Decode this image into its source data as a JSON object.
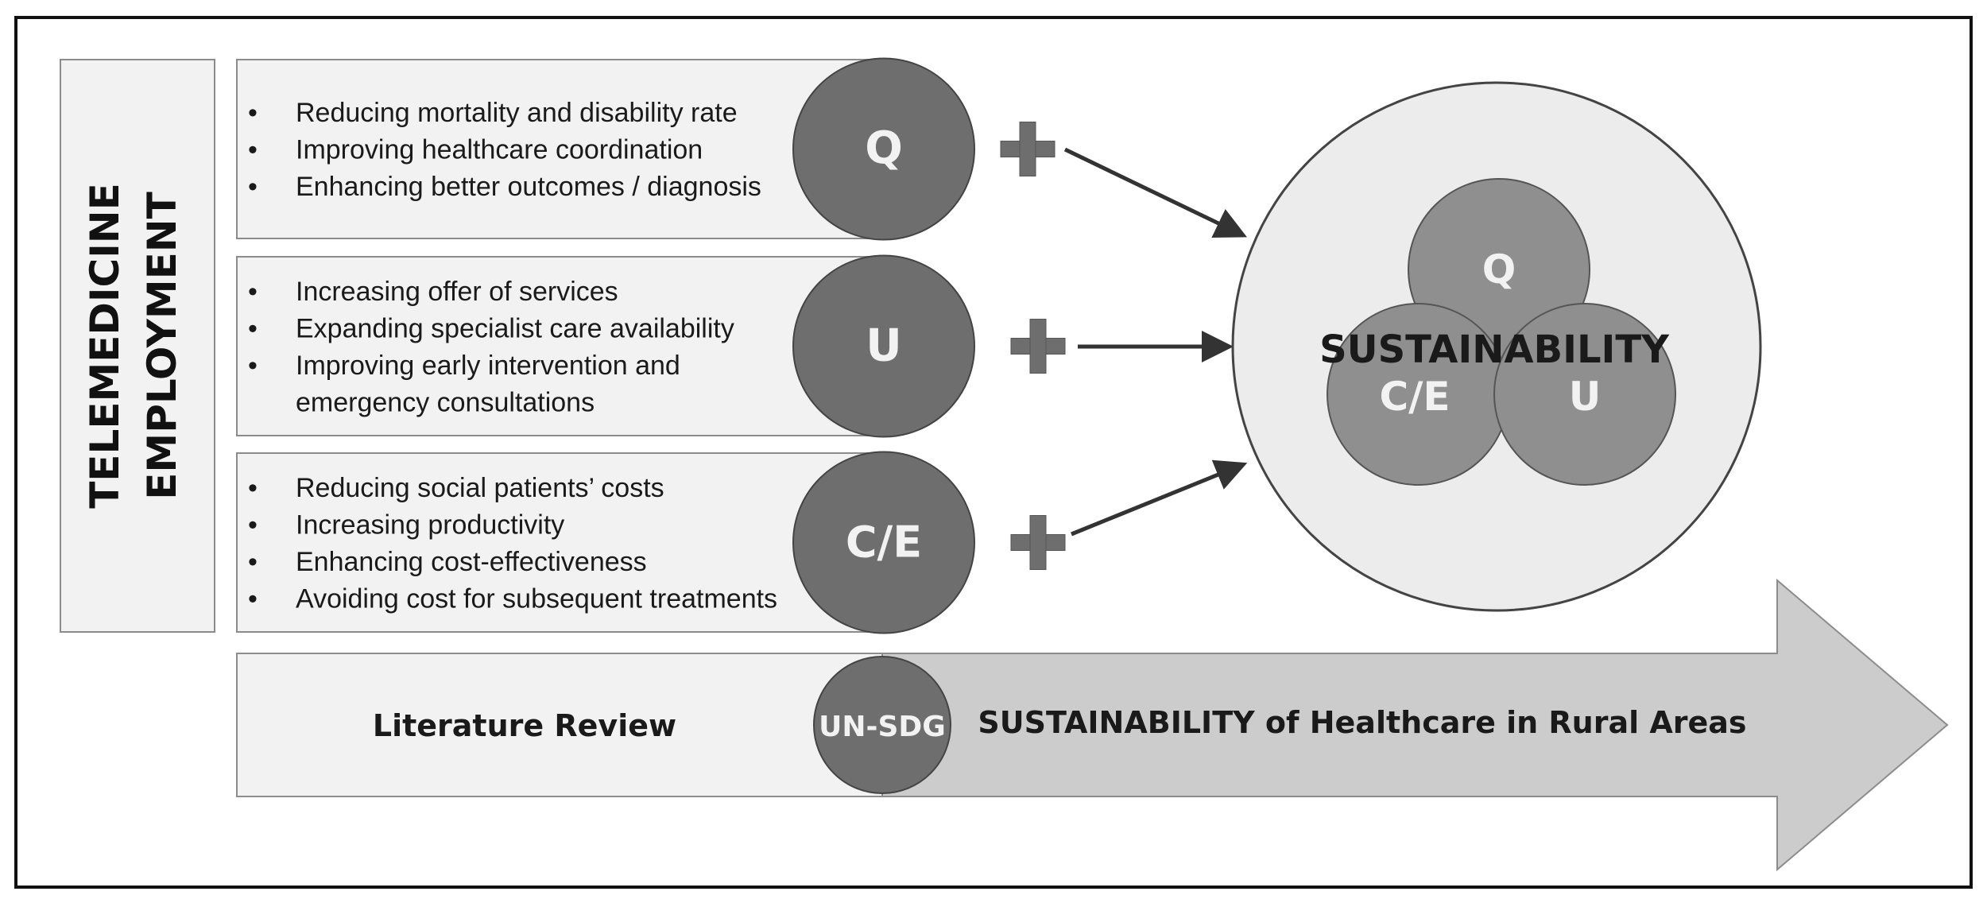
{
  "side_title": {
    "line1": "TELEMEDICINE",
    "line2": "EMPLOYMENT"
  },
  "rows": [
    {
      "symbol": "Q",
      "bullets": [
        [
          "Reducing mortality and disability rate"
        ],
        [
          "Improving healthcare coordination"
        ],
        [
          "Enhancing better outcomes / diagnosis"
        ]
      ]
    },
    {
      "symbol": "U",
      "bullets": [
        [
          "Increasing offer of services"
        ],
        [
          "Expanding specialist care availability"
        ],
        [
          "Improving early intervention and",
          "emergency consultations"
        ]
      ]
    },
    {
      "symbol": "C/E",
      "bullets": [
        [
          "Reducing social patients’ costs"
        ],
        [
          "Increasing productivity"
        ],
        [
          "Enhancing cost-effectiveness"
        ],
        [
          "Avoiding cost for subsequent treatments"
        ]
      ]
    }
  ],
  "plus_sign": "+",
  "bullet_marker": "•",
  "sustainability": {
    "label": "SUSTAINABILITY",
    "circles": [
      "Q",
      "C/E",
      "U"
    ]
  },
  "bottom_arrow": {
    "left_label": "Literature Review",
    "center_badge": "UN-SDG",
    "right_label": "SUSTAINABILITY of Healthcare in Rural Areas"
  },
  "colors": {
    "box_fill": "#f2f2f2",
    "box_stroke": "#8c8c8c",
    "dark_circle": "#6e6e6e",
    "mid_circle": "#8f8f8f",
    "big_circle": "#ececec",
    "arrow_fill": "#cccccc",
    "plus": "#6e6e6e",
    "connector": "#333333"
  }
}
